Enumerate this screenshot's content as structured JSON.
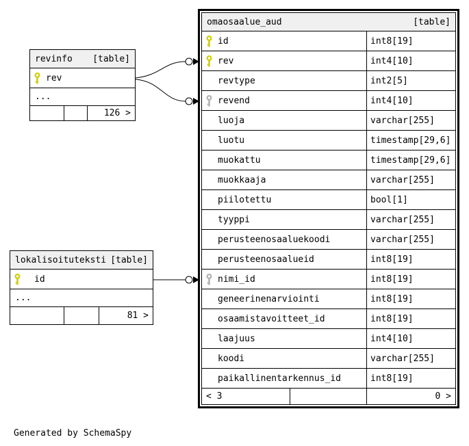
{
  "diagram": {
    "generated_note": "Generated by SchemaSpy",
    "colors": {
      "primary_key_icon": "#cfd000",
      "foreign_key_icon": "#b3b3b3",
      "header_bg": "#f0f0f0",
      "border": "#000000",
      "background": "#ffffff"
    },
    "tables": {
      "omaosaalue_aud": {
        "title": "omaosaalue_aud",
        "tag": "[table]",
        "columns": [
          {
            "name": "id",
            "type": "int8[19]",
            "key": "primary"
          },
          {
            "name": "rev",
            "type": "int4[10]",
            "key": "primary"
          },
          {
            "name": "revtype",
            "type": "int2[5]",
            "key": "none"
          },
          {
            "name": "revend",
            "type": "int4[10]",
            "key": "foreign"
          },
          {
            "name": "luoja",
            "type": "varchar[255]",
            "key": "none"
          },
          {
            "name": "luotu",
            "type": "timestamp[29,6]",
            "key": "none"
          },
          {
            "name": "muokattu",
            "type": "timestamp[29,6]",
            "key": "none"
          },
          {
            "name": "muokkaaja",
            "type": "varchar[255]",
            "key": "none"
          },
          {
            "name": "piilotettu",
            "type": "bool[1]",
            "key": "none"
          },
          {
            "name": "tyyppi",
            "type": "varchar[255]",
            "key": "none"
          },
          {
            "name": "perusteenosaaluekoodi",
            "type": "varchar[255]",
            "key": "none"
          },
          {
            "name": "perusteenosaalueid",
            "type": "int8[19]",
            "key": "none"
          },
          {
            "name": "nimi_id",
            "type": "int8[19]",
            "key": "foreign"
          },
          {
            "name": "geneerinenarviointi",
            "type": "int8[19]",
            "key": "none"
          },
          {
            "name": "osaamistavoitteet_id",
            "type": "int8[19]",
            "key": "none"
          },
          {
            "name": "laajuus",
            "type": "int4[10]",
            "key": "none"
          },
          {
            "name": "koodi",
            "type": "varchar[255]",
            "key": "none"
          },
          {
            "name": "paikallinentarkennus_id",
            "type": "int8[19]",
            "key": "none"
          }
        ],
        "pager_left": "< 3",
        "pager_right": "0 >"
      },
      "revinfo": {
        "title": "revinfo",
        "tag": "[table]",
        "columns": [
          {
            "name": "rev",
            "key": "primary"
          }
        ],
        "ellipsis": "...",
        "pager_right": "126 >"
      },
      "lokalisoituteksti": {
        "title": "lokalisoituteksti",
        "tag": "[table]",
        "columns": [
          {
            "name": "id",
            "key": "primary"
          }
        ],
        "ellipsis": "...",
        "pager_right": "81 >"
      }
    }
  }
}
